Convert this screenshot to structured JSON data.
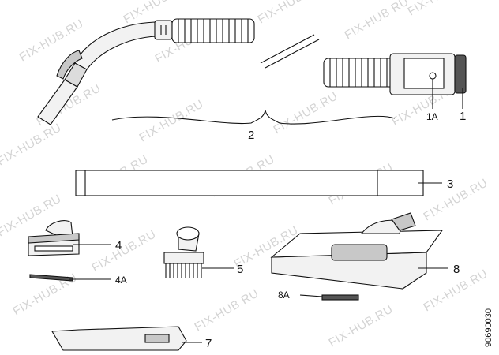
{
  "watermark": "FIX-HUB.RU",
  "labels": {
    "hose_group": "2",
    "connector": "1",
    "connector_latch": "1A",
    "extension_tube": "3",
    "upholstery_nozzle": "4",
    "nozzle_strip": "4A",
    "dusting_brush": "5",
    "crevice_tool": "7",
    "floor_nozzle": "8",
    "floor_nozzle_strip": "8A"
  },
  "drawing_number": "90690030",
  "colors": {
    "line": "#111111",
    "fill_light": "#f2f2f2",
    "fill_mid": "#c8c8c8",
    "fill_dark": "#555555",
    "watermark": "#d4d4d4"
  }
}
